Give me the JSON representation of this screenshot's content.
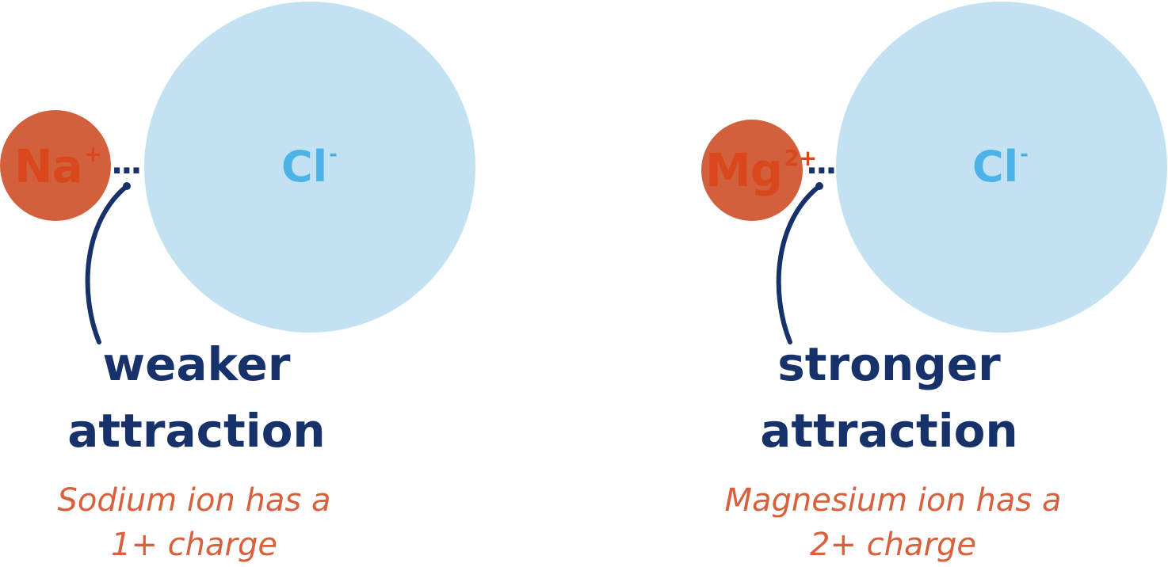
{
  "colors": {
    "cation_fill": "#d3603c",
    "cation_text": "#d9481c",
    "anion_fill": "#c3e2f1",
    "anion_text": "#4db3e6",
    "attraction_text": "#17326a",
    "note_text": "#d9603c"
  },
  "panels": [
    {
      "cation": {
        "symbol": "Na",
        "charge": "+"
      },
      "anion": {
        "symbol": "Cl",
        "charge": "-"
      },
      "bond_dots": "...",
      "attraction_line1": "weaker",
      "attraction_line2": "attraction",
      "note_line1": "Sodium ion has a",
      "note_line2": "1+ charge"
    },
    {
      "cation": {
        "symbol": "Mg",
        "charge": "2+"
      },
      "anion": {
        "symbol": "Cl",
        "charge": "-"
      },
      "bond_dots": "...",
      "attraction_line1": "stronger",
      "attraction_line2": "attraction",
      "note_line1": "Magnesium ion has a",
      "note_line2": "2+ charge"
    }
  ]
}
